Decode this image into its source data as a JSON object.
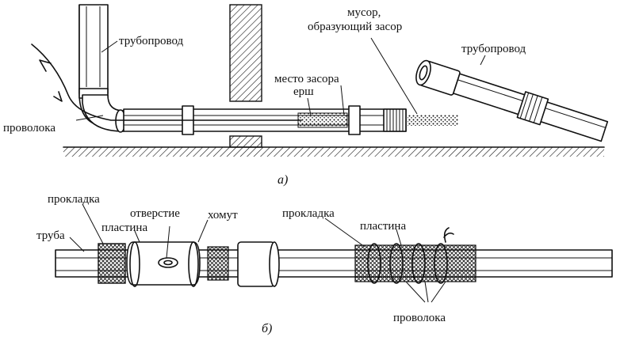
{
  "part_a": {
    "caption": "а)",
    "labels": {
      "pipeline_left": "трубопровод",
      "wire": "проволока",
      "clog_place": "место засора",
      "brush": "ерш",
      "debris_line1": "мусор,",
      "debris_line2": "образующий засор",
      "pipeline_right": "трубопровод"
    }
  },
  "part_b": {
    "caption": "б)",
    "labels": {
      "gasket_left": "прокладка",
      "pipe": "труба",
      "plate_left": "пластина",
      "hole": "отверстие",
      "clamp": "хомут",
      "gasket_right": "прокладка",
      "plate_right": "пластина",
      "wire": "проволока"
    }
  }
}
